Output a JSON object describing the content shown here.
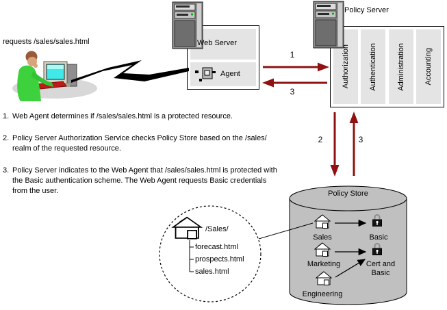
{
  "request_label": "requests /sales/sales.html",
  "web_server": {
    "title": "Web Server",
    "agent_label": "Agent"
  },
  "policy_server": {
    "title": "Policy Server",
    "services": [
      "Authorization",
      "Authentication",
      "Administration",
      "Accounting"
    ]
  },
  "arrow_labels": {
    "agent_to_server": "1",
    "server_to_agent": "3",
    "server_to_store": "2",
    "store_to_server": "3"
  },
  "steps": [
    {
      "num": "1.",
      "text": "Web Agent determines if /sales/sales.html is a protected resource."
    },
    {
      "num": "2.",
      "text": "Policy Server Authorization Service checks Policy Store based on the /sales/ realm of the requested resource."
    },
    {
      "num": "3.",
      "text": "Policy Server indicates to the Web Agent that /sales/sales.html is protected with the Basic authentication scheme. The Web Agent requests Basic credentials from the user."
    }
  ],
  "resource_tree": {
    "root": "/Sales/",
    "files": [
      "forecast.html",
      "prospects.html",
      "sales.html"
    ]
  },
  "policy_store": {
    "title": "Policy Store",
    "realms": [
      "Sales",
      "Marketing",
      "Engineering"
    ],
    "schemes": [
      "Basic",
      "Cert and Basic"
    ]
  },
  "colors": {
    "flow_arrow_red": "#8e1212",
    "store_cylinder_gray": "#c0c0c0",
    "panel_gray": "#e4e4e4"
  }
}
